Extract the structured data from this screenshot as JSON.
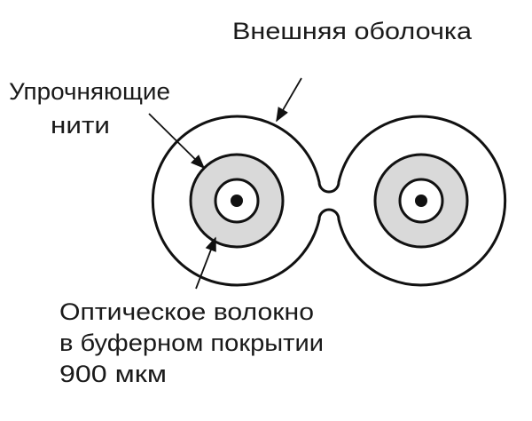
{
  "labels": {
    "outer_jacket": "Внешняя оболочка",
    "strength_members_line1": "Упрочняющие",
    "strength_members_line2": "нити",
    "fiber_line1": "Оптическое волокно",
    "fiber_line2": "в буферном покрытии",
    "fiber_line3": "900 мкм"
  },
  "colors": {
    "stroke": "#111111",
    "aramid_fill": "#d9d9d9"
  }
}
